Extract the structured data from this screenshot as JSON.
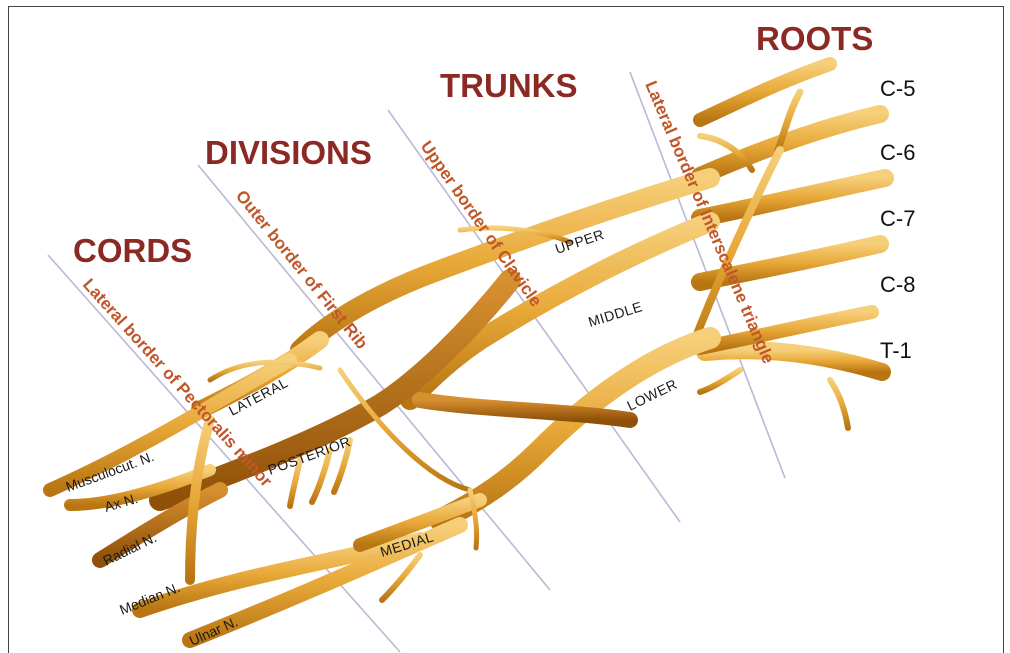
{
  "headings": {
    "roots": "ROOTS",
    "trunks": "TRUNKS",
    "divisions": "DIVISIONS",
    "cords": "CORDS"
  },
  "roots": [
    "C-5",
    "C-6",
    "C-7",
    "C-8",
    "T-1"
  ],
  "borders": {
    "interscalene": "Lateral border of Interscalene triangle",
    "clavicle": "Upper border of Clavicle",
    "first_rib": "Outer border of First Rib",
    "pectoralis": "Lateral border of Pectoralis minor"
  },
  "trunks": {
    "upper": "UPPER",
    "middle": "MIDDLE",
    "lower": "LOWER"
  },
  "cords": {
    "lateral": "LATERAL",
    "posterior": "POSTERIOR",
    "medial": "MEDIAL"
  },
  "nerves": {
    "musculocutaneous": "Musculocut. N.",
    "axillary": "Ax N.",
    "radial": "Radial N.",
    "median": "Median N.",
    "ulnar": "Ulnar N."
  },
  "colors": {
    "heading": "#8b2a25",
    "border_label": "#c0572b",
    "nerve": "#e8a838",
    "guide_line": "#b9b9d6"
  }
}
